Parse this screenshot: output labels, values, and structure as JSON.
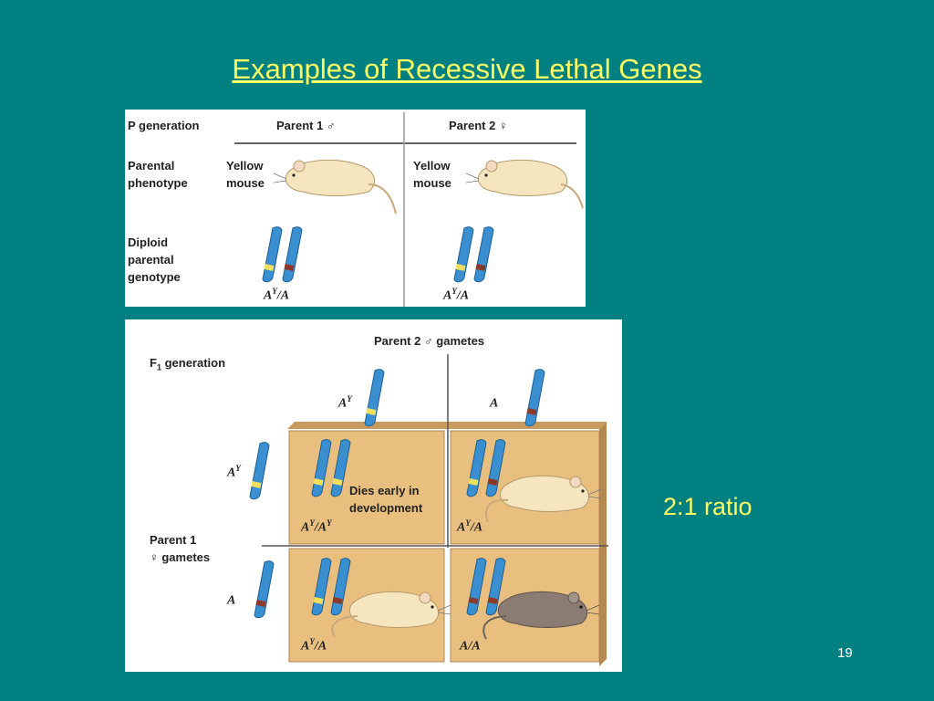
{
  "slide": {
    "title": "Examples of Recessive Lethal Genes",
    "ratio_text": "2:1 ratio",
    "slide_number": "19"
  },
  "p_panel": {
    "p_generation": "P generation",
    "parent1": "Parent 1 ♂",
    "parent2": "Parent 2 ♀",
    "parental_phenotype": "Parental\nphenotype",
    "diploid_genotype": "Diploid\nparental\ngenotype",
    "parent1_phenotype": "Yellow\nmouse",
    "parent2_phenotype": "Yellow\nmouse",
    "parent1_genotype": {
      "base": "A",
      "sup": "Y",
      "rest": "/A"
    },
    "parent2_genotype": {
      "base": "A",
      "sup": "Y",
      "rest": "/A"
    }
  },
  "f_panel": {
    "f1_generation_base": "F",
    "f1_generation_sub": "1",
    "f1_generation_rest": "generation",
    "parent2_gametes": "Parent 2 ♂ gametes",
    "parent1_gametes": "Parent 1\n♀ gametes",
    "gamete_top_left": {
      "base": "A",
      "sup": "Y"
    },
    "gamete_top_right": {
      "base": "A",
      "sup": ""
    },
    "gamete_left_top": {
      "base": "A",
      "sup": "Y"
    },
    "gamete_left_bottom": {
      "base": "A",
      "sup": ""
    },
    "dies_text": "Dies early in\ndevelopment",
    "cells": [
      {
        "base": "A",
        "sup": "Y",
        "mid": "/A",
        "sup2": "Y"
      },
      {
        "base": "A",
        "sup": "Y",
        "mid": "/A",
        "sup2": ""
      },
      {
        "base": "A",
        "sup": "Y",
        "mid": "/A",
        "sup2": ""
      },
      {
        "base": "A",
        "sup": "",
        "mid": "/A",
        "sup2": ""
      }
    ]
  },
  "colors": {
    "background": "#008080",
    "title": "#ffff66",
    "chromosome": "#3a8fd0",
    "dominant_band": "#f2e05a",
    "recessive_band": "#8b3a2a",
    "punnett_cell": "#e9bf80",
    "yellow_mouse": "#f6e6bf",
    "gray_mouse": "#8a7c72"
  }
}
